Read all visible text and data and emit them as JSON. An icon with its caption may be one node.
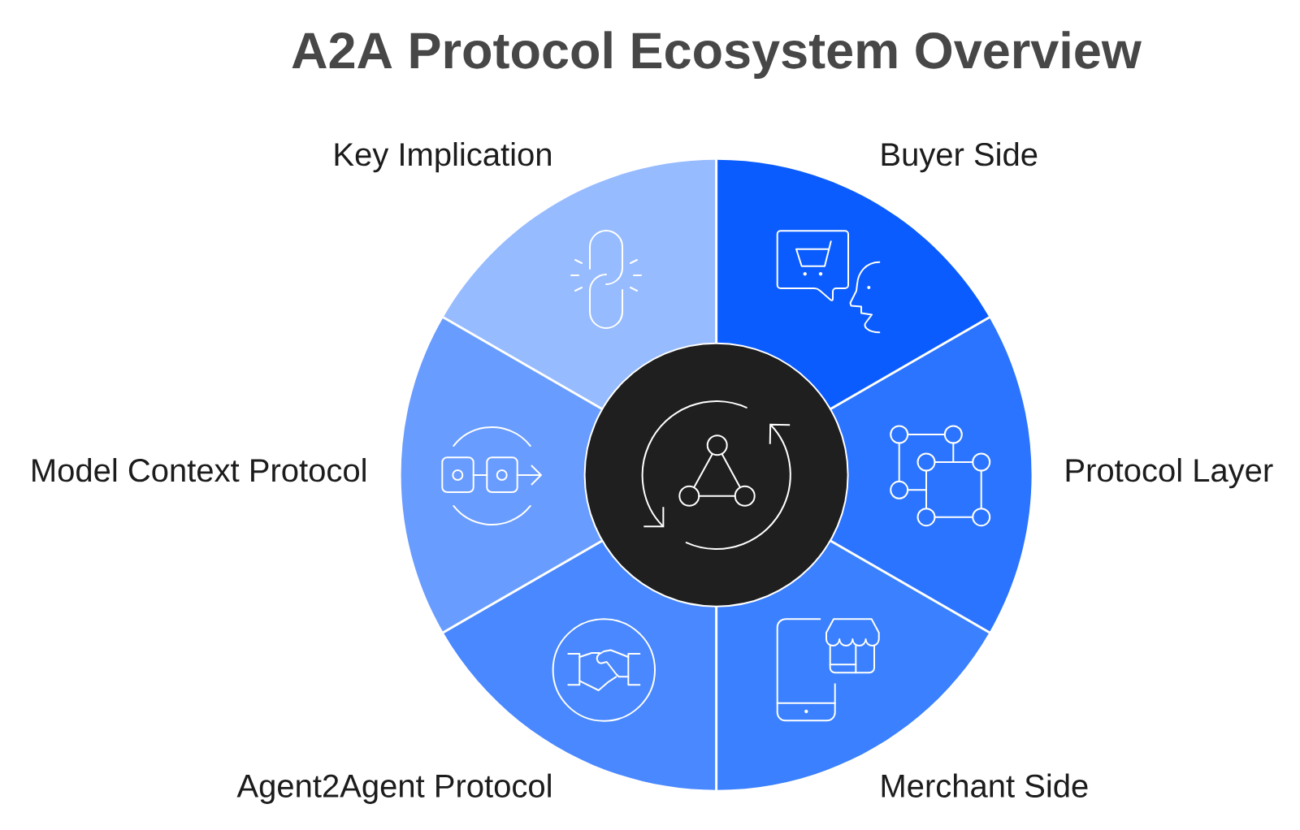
{
  "diagram": {
    "title": "A2A Protocol Ecosystem Overview",
    "nodes": [
      {
        "text": [
          "Buyer Side"
        ]
      },
      {
        "text": [
          "Protocol Layer"
        ]
      },
      {
        "text": [
          "Merchant Side"
        ]
      },
      {
        "text": [
          "Agent2Agent Protocol"
        ]
      },
      {
        "text": [
          "Model Context Protocol"
        ]
      },
      {
        "text": [
          "Key Implication"
        ]
      },
      {
        "text": [],
        "shape": "circle"
      }
    ]
  }
}
